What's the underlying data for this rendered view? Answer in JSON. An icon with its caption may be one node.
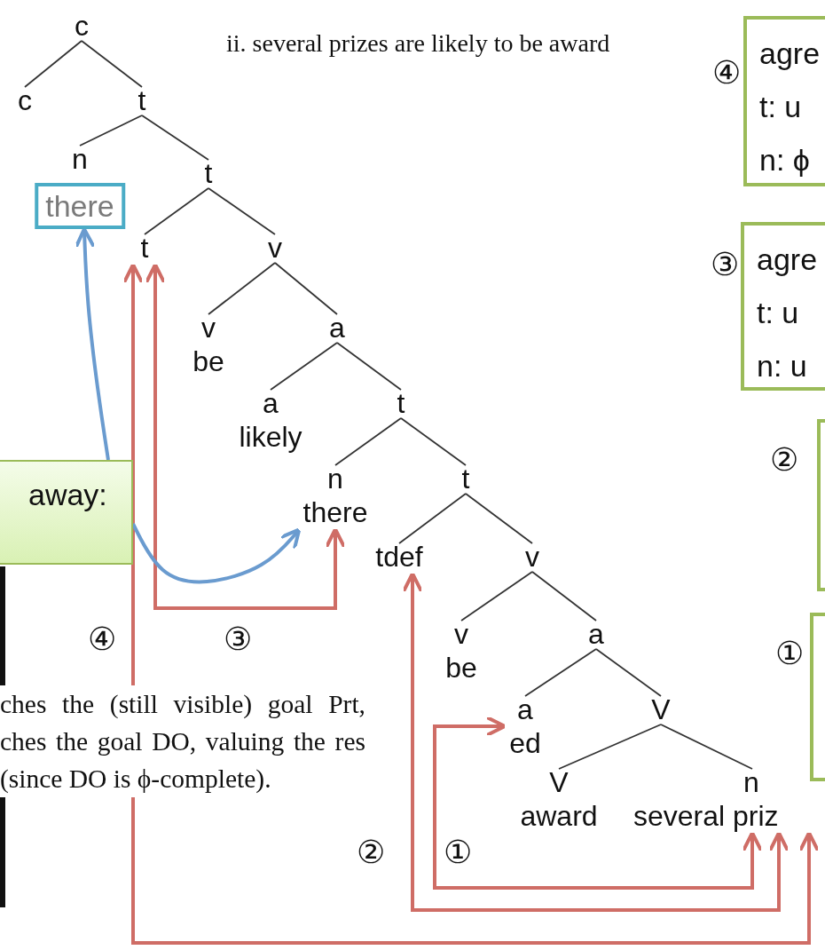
{
  "diagram": {
    "nodes": [
      {
        "text": [
          "c"
        ]
      },
      {
        "text": [
          "c"
        ]
      },
      {
        "text": [
          "t"
        ]
      },
      {
        "text": [
          "n",
          "there"
        ]
      },
      {
        "text": [
          "t"
        ]
      },
      {
        "text": [
          "t"
        ]
      },
      {
        "text": [
          "v"
        ]
      },
      {
        "text": [
          "v",
          "be"
        ]
      },
      {
        "text": [
          "a"
        ]
      },
      {
        "text": [
          "a",
          "likely"
        ]
      },
      {
        "text": [
          "t"
        ]
      },
      {
        "text": [
          "n",
          "there"
        ]
      },
      {
        "text": [
          "t"
        ]
      },
      {
        "text": [
          "tdef"
        ]
      },
      {
        "text": [
          "v"
        ]
      },
      {
        "text": [
          "v",
          "be"
        ]
      },
      {
        "text": [
          "a"
        ]
      },
      {
        "text": [
          "a",
          "ed"
        ]
      },
      {
        "text": [
          "V"
        ]
      },
      {
        "text": [
          "V",
          "award"
        ]
      },
      {
        "text": [
          "n",
          "several priz"
        ]
      },
      {
        "text": [
          "away:"
        ]
      },
      {
        "text": [
          "agre",
          "t: u",
          "n: ϕ"
        ],
        "beside": [
          "④"
        ]
      },
      {
        "text": [
          "agre",
          "t: u",
          "n: u"
        ],
        "beside": [
          "③"
        ]
      },
      {
        "text": [],
        "shape": "box",
        "beside": [
          "②"
        ]
      },
      {
        "text": [],
        "shape": "box",
        "beside": [
          "①"
        ]
      }
    ],
    "edges": [
      {
        "from": 0,
        "to": 1,
        "arrow": "none"
      },
      {
        "from": 0,
        "to": 2,
        "arrow": "none"
      },
      {
        "from": 2,
        "to": 3,
        "arrow": "none"
      },
      {
        "from": 2,
        "to": 4,
        "arrow": "none"
      },
      {
        "from": 4,
        "to": 5,
        "arrow": "none"
      },
      {
        "from": 4,
        "to": 6,
        "arrow": "none"
      },
      {
        "from": 6,
        "to": 7,
        "arrow": "none"
      },
      {
        "from": 6,
        "to": 8,
        "arrow": "none"
      },
      {
        "from": 8,
        "to": 9,
        "arrow": "none"
      },
      {
        "from": 8,
        "to": 10,
        "arrow": "none"
      },
      {
        "from": 10,
        "to": 11,
        "arrow": "none"
      },
      {
        "from": 10,
        "to": 12,
        "arrow": "none"
      },
      {
        "from": 12,
        "to": 13,
        "arrow": "none"
      },
      {
        "from": 12,
        "to": 14,
        "arrow": "none"
      },
      {
        "from": 14,
        "to": 15,
        "arrow": "none"
      },
      {
        "from": 14,
        "to": 16,
        "arrow": "none"
      },
      {
        "from": 16,
        "to": 17,
        "arrow": "none"
      },
      {
        "from": 16,
        "to": 18,
        "arrow": "none"
      },
      {
        "from": 18,
        "to": 19,
        "arrow": "none"
      },
      {
        "from": 18,
        "to": 20,
        "arrow": "none"
      },
      {
        "from": 20,
        "to": 17,
        "arrow": "both",
        "label": "①",
        "style": "thick",
        "color": "#cf6d66"
      },
      {
        "from": 20,
        "to": 13,
        "arrow": "both",
        "label": "②",
        "style": "thick",
        "color": "#cf6d66"
      },
      {
        "from": 5,
        "to": 11,
        "arrow": "both",
        "label": "③",
        "style": "thick",
        "color": "#cf6d66"
      },
      {
        "from": 20,
        "to": 5,
        "arrow": "both",
        "label": "④",
        "style": "thick",
        "color": "#cf6d66"
      },
      {
        "from": 21,
        "to": 3,
        "arrow": "to",
        "style": "thick",
        "color": "#6a9bcf"
      },
      {
        "from": 21,
        "to": 11,
        "arrow": "to",
        "style": "thick",
        "color": "#6a9bcf"
      }
    ],
    "labels": [
      "ii. several prizes are likely to be award",
      "ches the (still visible) goal Prt, ches the goal DO, valuing the res (since DO is ϕ-complete)."
    ]
  }
}
